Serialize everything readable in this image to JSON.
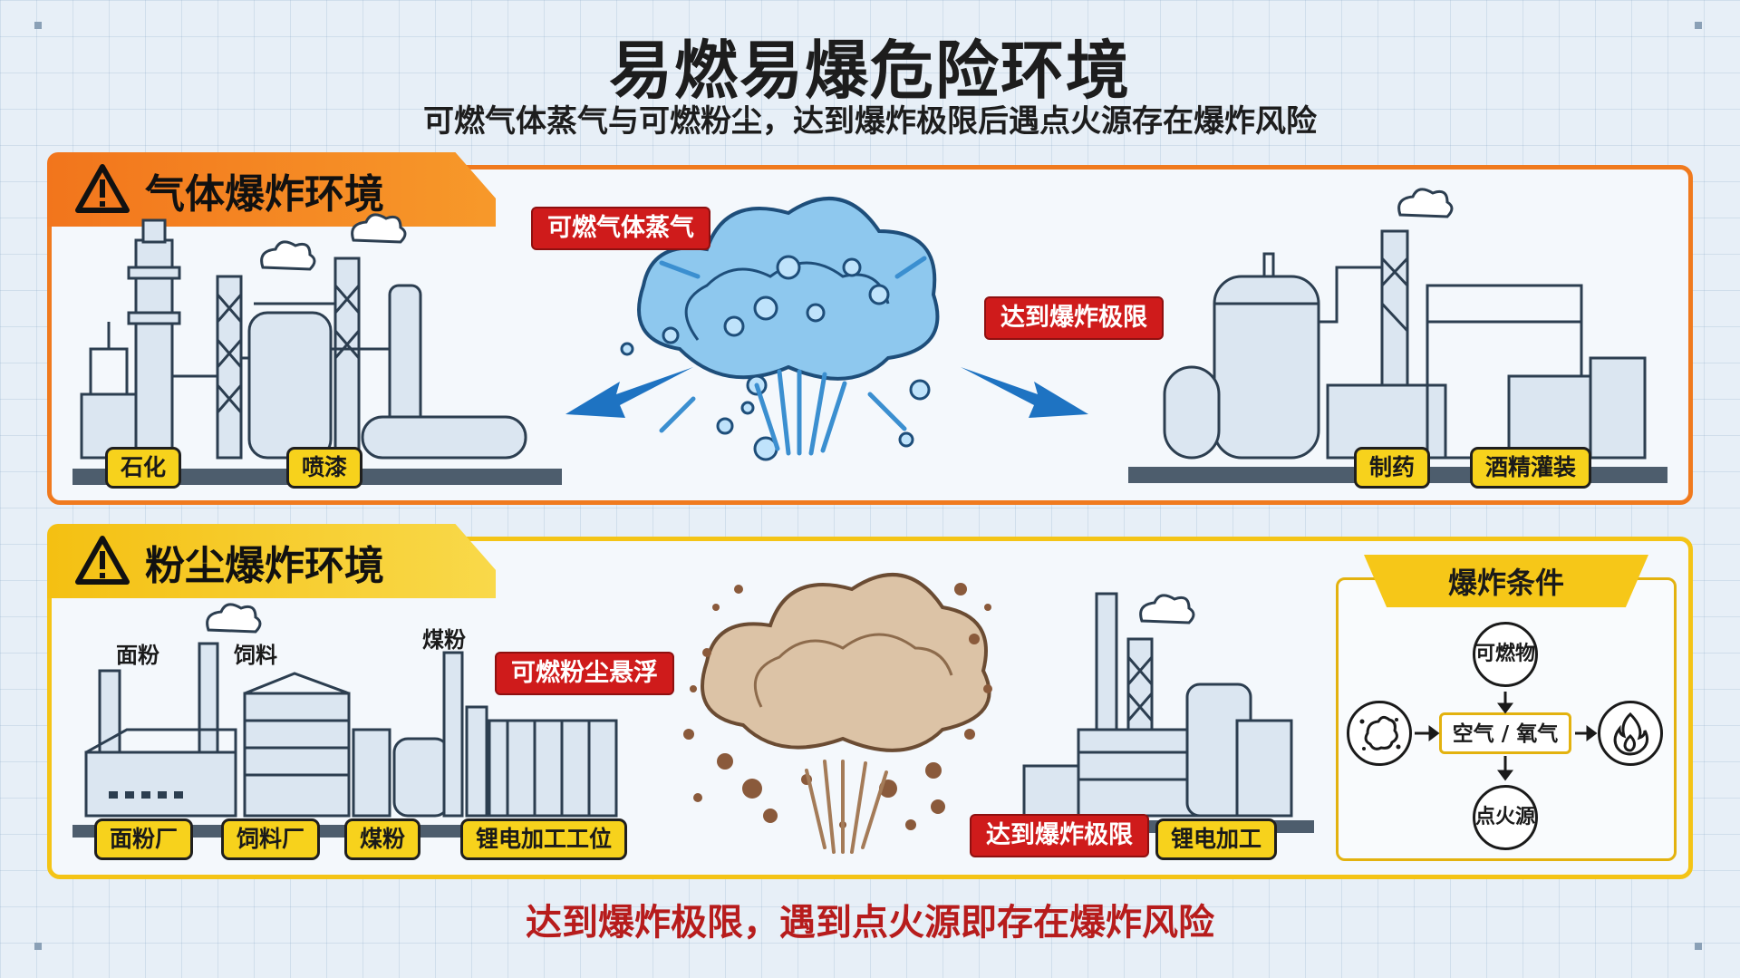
{
  "header": {
    "title": "易燃易爆危险环境",
    "subtitle": "可燃气体蒸气与可燃粉尘，达到爆炸极限后遇点火源存在爆炸风险"
  },
  "gas_panel": {
    "title": "气体爆炸环境",
    "callout_vapor": "可燃气体蒸气",
    "callout_limit": "达到爆炸极限",
    "labels": [
      "石化",
      "喷漆",
      "制药",
      "酒精灌装"
    ],
    "icon": "warning-icon"
  },
  "dust_panel": {
    "title": "粉尘爆炸环境",
    "callout_dust": "可燃粉尘悬浮",
    "callout_limit": "达到爆炸极限",
    "top_labels": [
      "面粉",
      "饲料",
      "煤粉"
    ],
    "bottom_labels": [
      "面粉厂",
      "饲料厂",
      "煤粉",
      "锂电加工工位"
    ],
    "right_label": "锂电加工",
    "icon": "warning-icon"
  },
  "conditions": {
    "title": "爆炸条件",
    "combustible": "可燃物",
    "air_oxygen": "空气 / 氧气",
    "ignition": "点火源"
  },
  "footer": "达到爆炸极限，遇到点火源即存在爆炸风险",
  "colors": {
    "gas_accent": "#f07a1e",
    "dust_accent": "#f4c416",
    "alert_red": "#cf1b1b",
    "label_yellow": "#f7d21c",
    "arrow_blue": "#1e73c2"
  }
}
